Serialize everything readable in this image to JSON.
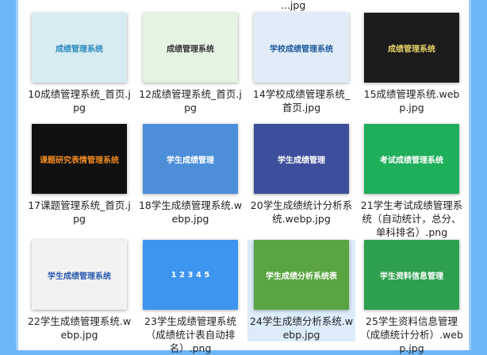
{
  "cut_label": "...jpg",
  "files": [
    {
      "name": "10成绩管理系统_首页.jpg",
      "thumb_title": "成绩管理系统",
      "bg": "#d7ebf3",
      "fg": "#2a8ab8"
    },
    {
      "name": "12成绩管理系统_首页.jpg",
      "thumb_title": "成绩管理系统",
      "bg": "#e4f3e2",
      "fg": "#333"
    },
    {
      "name": "14学校成绩管理系统_首页.jpg",
      "thumb_title": "学校成绩管理系统",
      "bg": "#e1ecf8",
      "fg": "#1e5a9c"
    },
    {
      "name": "15成绩管理系统.webp.jpg",
      "thumb_title": "成绩管理系统",
      "bg": "#1c1c1c",
      "fg": "#e8d36a"
    },
    {
      "name": "17课题管理系统_首页.jpg",
      "thumb_title": "课题研究表情管理系统",
      "bg": "#111",
      "fg": "#f08a24"
    },
    {
      "name": "18学生成绩管理系统.webp.jpg",
      "thumb_title": "学生成绩管理",
      "bg": "#4c8fd8",
      "fg": "#fff"
    },
    {
      "name": "20学生成绩统计分析系统.webp.jpg",
      "thumb_title": "学生成绩管理",
      "bg": "#3d4f9c",
      "fg": "#fff"
    },
    {
      "name": "21学生考试成绩管理系统（自动统计，总分、单科排名）.png",
      "thumb_title": "考试成绩管理系统",
      "bg": "#1fae5a",
      "fg": "#fff"
    },
    {
      "name": "22学生成绩管理系统.webp.jpg",
      "thumb_title": "学生成绩管理系统",
      "bg": "#f2f2f2",
      "fg": "#2a58b0"
    },
    {
      "name": "23学生成绩管理系统（成绩统计表自动排名）.png",
      "thumb_title": "1 2 3 4 5",
      "bg": "#3e95f0",
      "fg": "#fff"
    },
    {
      "name": "24学生成绩分析系统.webp.jpg",
      "thumb_title": "学生成绩分析系统表",
      "bg": "#5aa542",
      "fg": "#fff"
    },
    {
      "name": "25学生资料信息管理（成绩统计分析）.webp.jpg",
      "thumb_title": "学生资料信息管理",
      "bg": "#2fa050",
      "fg": "#fff"
    }
  ],
  "selected_index": 10
}
